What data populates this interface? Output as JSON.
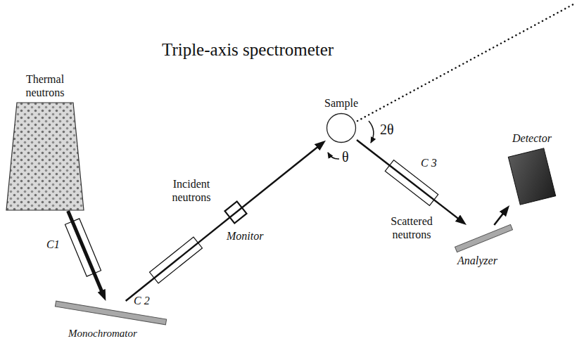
{
  "diagram": {
    "title": "Triple-axis spectrometer",
    "nodes": [
      {
        "text": [
          "Thermal neutrons"
        ]
      },
      {
        "text": [
          "Monochromator"
        ]
      },
      {
        "text": [
          "Sample"
        ]
      },
      {
        "text": [
          "Analyzer"
        ]
      },
      {
        "text": [
          "Detector"
        ]
      }
    ],
    "edges": [
      {
        "from": 0,
        "to": 1,
        "arrow": "to"
      },
      {
        "from": 1,
        "to": 2,
        "arrow": "to"
      },
      {
        "from": 2,
        "to": 3,
        "arrow": "to"
      },
      {
        "from": 3,
        "to": 4,
        "arrow": "to"
      }
    ],
    "labels": [
      "C1",
      "C 2",
      "Incident neutrons",
      "Monitor",
      "2θ",
      "θ",
      "Scattered neutrons",
      "C 3"
    ]
  }
}
